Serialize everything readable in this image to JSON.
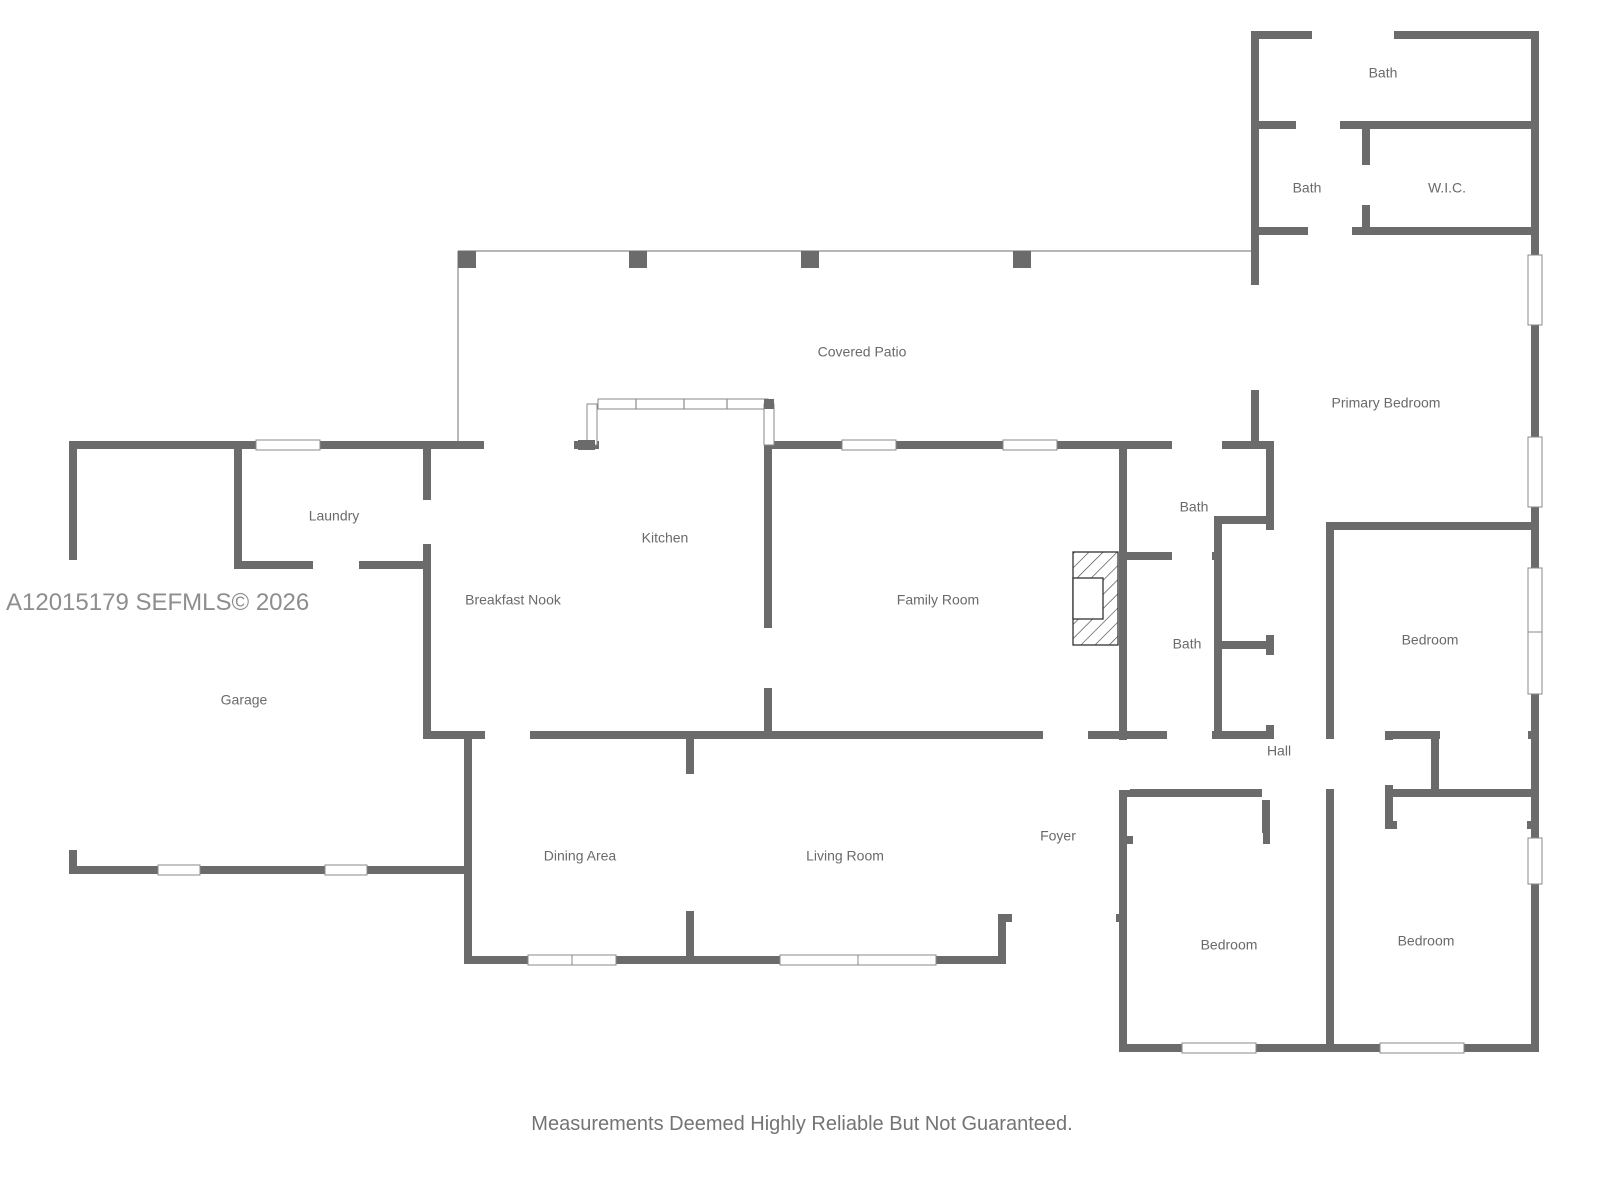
{
  "rooms": {
    "bath_top": "Bath",
    "bath_mid": "Bath",
    "wic": "W.I.C.",
    "covered_patio": "Covered Patio",
    "primary_bedroom": "Primary Bedroom",
    "laundry": "Laundry",
    "kitchen": "Kitchen",
    "breakfast_nook": "Breakfast Nook",
    "family_room": "Family Room",
    "bath_hall_upper": "Bath",
    "bath_hall_lower": "Bath",
    "bedroom_east": "Bedroom",
    "garage": "Garage",
    "hall": "Hall",
    "foyer": "Foyer",
    "dining_area": "Dining Area",
    "living_room": "Living Room",
    "bedroom_south_left": "Bedroom",
    "bedroom_south_right": "Bedroom"
  },
  "watermark": "A12015179  SEFMLS© 2026",
  "footer_note": "Measurements Deemed Highly Reliable But Not Guaranteed."
}
